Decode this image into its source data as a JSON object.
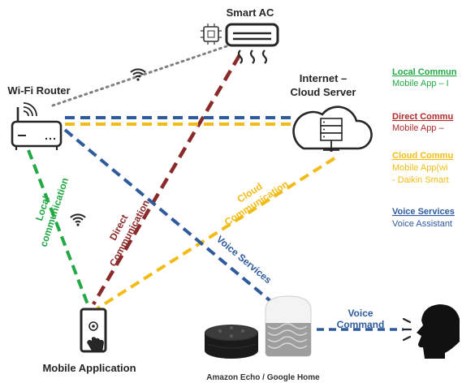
{
  "colors": {
    "local": "#22a845",
    "direct": "#8b2a2a",
    "cloud": "#f2bc15",
    "voice": "#2e5b9c",
    "wifi_link": "#808080",
    "device": "#333333"
  },
  "nodes": {
    "smart_ac": "Smart AC",
    "router": "Wi-Fi Router",
    "cloud_line1": "Internet –",
    "cloud_line2": "Cloud Server",
    "mobile_app": "Mobile Application",
    "speakers": "Amazon Echo / Google Home"
  },
  "connections": {
    "local_line1": "Local",
    "local_line2": "communication",
    "direct_line1": "Direct",
    "direct_line2": "Communication",
    "cloud_line1": "Cloud",
    "cloud_line2": "Communication",
    "voice_services": "Voice Services",
    "voice_cmd_line1": "Voice",
    "voice_cmd_line2": "Command"
  },
  "legend": [
    {
      "title": "Local Commun",
      "desc": "Mobile App – I"
    },
    {
      "title": "Direct Commu",
      "desc": "Mobile App –"
    },
    {
      "title": "Cloud Commu",
      "desc": "Mobile App(wi",
      "desc2": "- Daikin Smart"
    },
    {
      "title": "Voice Services",
      "desc": "Voice Assistant"
    }
  ]
}
